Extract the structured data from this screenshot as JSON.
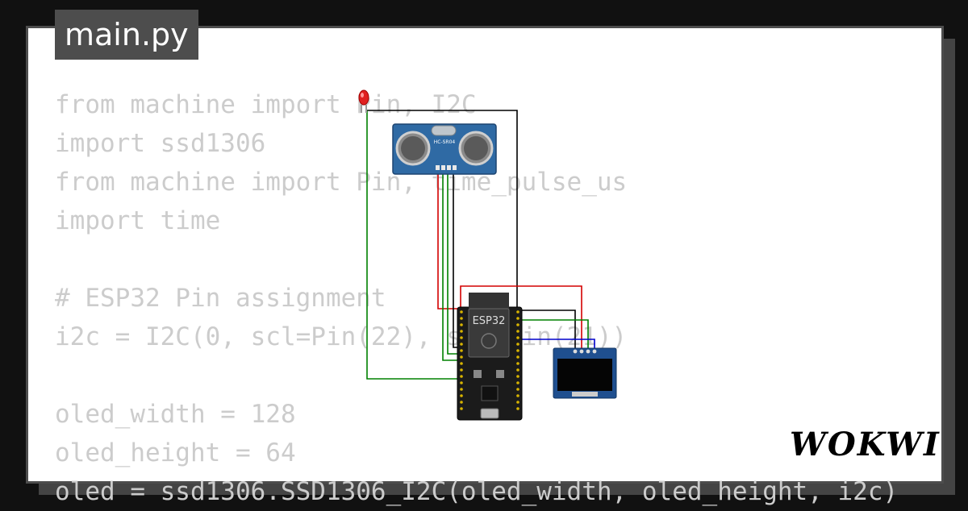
{
  "app": {
    "file_tab": "main.py",
    "brand": "WOKWI"
  },
  "code_lines": [
    "from machine import Pin, I2C",
    "import ssd1306",
    "from machine import Pin, time_pulse_us",
    "import time",
    "",
    "# ESP32 Pin assignment",
    "i2c = I2C(0, scl=Pin(22), sda=Pin(21))",
    "",
    "oled_width = 128",
    "oled_height = 64",
    "oled = ssd1306.SSD1306_I2C(oled_width, oled_height, i2c)"
  ],
  "components": {
    "ultrasonic_label": "HC-SR04",
    "mcu_label": "ESP32",
    "led_color": "#e02020"
  },
  "colors": {
    "background": "#111111",
    "card_border": "#4d4d4d",
    "code_text": "#cccccc",
    "wire_red": "#d40000",
    "wire_green": "#008000",
    "wire_black": "#000000",
    "wire_blue": "#0000cc"
  }
}
